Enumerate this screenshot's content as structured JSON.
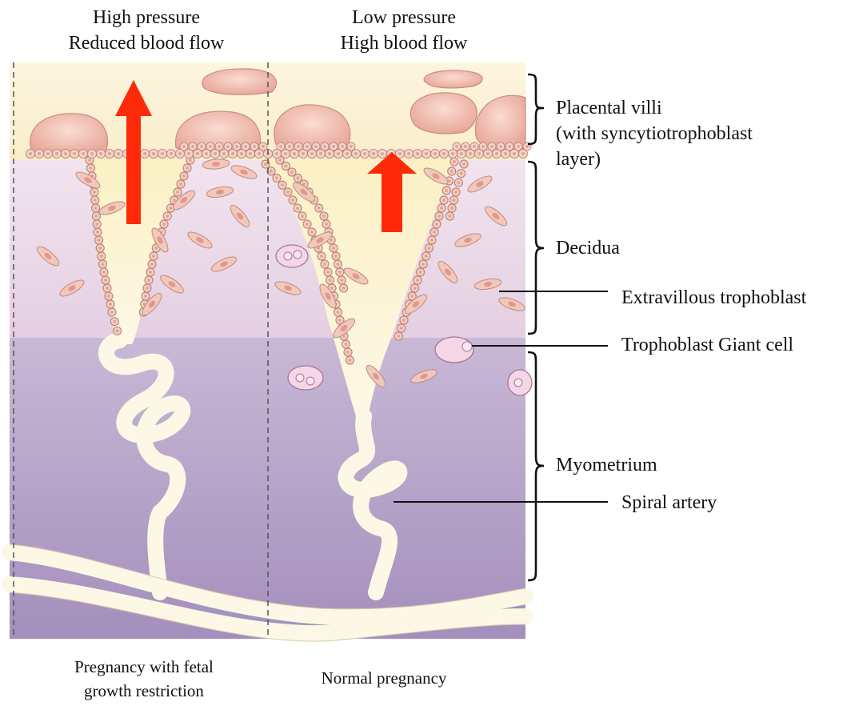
{
  "left_header": {
    "line1": "High pressure",
    "line2": "Reduced blood flow"
  },
  "right_header": {
    "line1": "Low pressure",
    "line2": "High blood flow"
  },
  "labels": {
    "placental_villi_line1": "Placental villi",
    "placental_villi_line2": "(with syncytiotrophoblast",
    "placental_villi_line3": "layer)",
    "decidua": "Decidua",
    "extravillous": "Extravillous trophoblast",
    "giant_cell": "Trophoblast Giant cell",
    "myometrium": "Myometrium",
    "spiral_artery": "Spiral artery"
  },
  "bottom_captions": {
    "left_line1": "Pregnancy with fetal",
    "left_line2": "growth restriction",
    "right": "Normal pregnancy"
  },
  "colors": {
    "arrow": "#ff2a0a",
    "villi_band": "#fbf1d2",
    "decidua": "#efdcec",
    "myometrium": "#b39cc6",
    "vessel": "#fdf8e6",
    "cell": "#f2c2b5"
  }
}
